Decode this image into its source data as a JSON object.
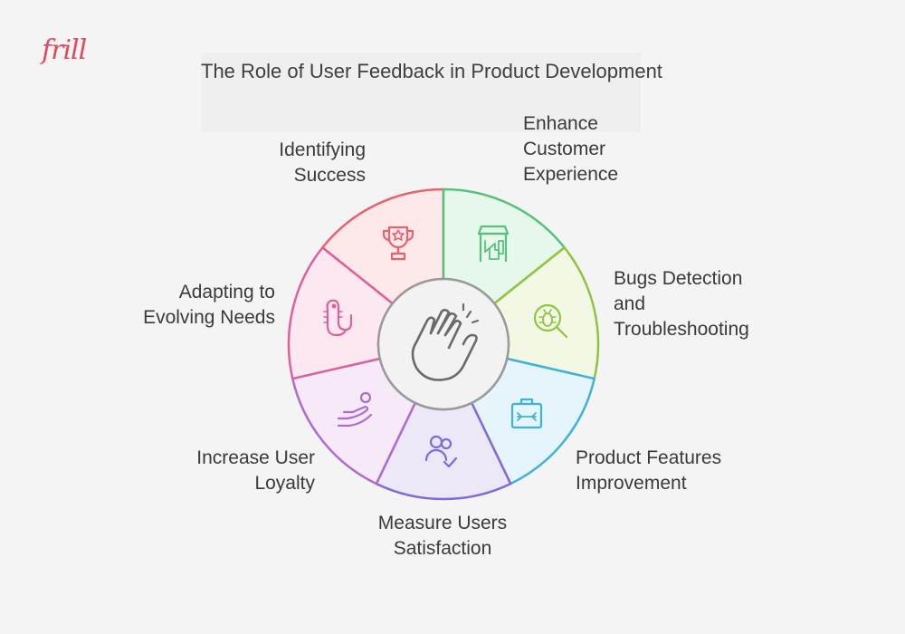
{
  "logo": "frill",
  "title": "The Role of User Feedback in Product Development",
  "segments": [
    {
      "key": "identifying-success",
      "lines": [
        "Identifying",
        "Success"
      ],
      "icon": "trophy-icon",
      "fill": "#fde9ea",
      "stroke": "#e8616e"
    },
    {
      "key": "enhance-customer-experience",
      "lines": [
        "Enhance",
        "Customer",
        "Experience"
      ],
      "icon": "storefront-thumbs-up-icon",
      "fill": "#e6f7ec",
      "stroke": "#57c17b"
    },
    {
      "key": "bugs-detection",
      "lines": [
        "Bugs Detection",
        "and",
        "Troubleshooting"
      ],
      "icon": "bug-search-icon",
      "fill": "#f3f8e4",
      "stroke": "#8dc53e"
    },
    {
      "key": "product-features-improvement",
      "lines": [
        "Product Features",
        "Improvement"
      ],
      "icon": "toolbox-icon",
      "fill": "#e5f5fb",
      "stroke": "#3db3dc"
    },
    {
      "key": "measure-users-satisfaction",
      "lines": [
        "Measure Users",
        "Satisfaction"
      ],
      "icon": "users-check-icon",
      "fill": "#ece8f8",
      "stroke": "#8268d8"
    },
    {
      "key": "increase-user-loyalty",
      "lines": [
        "Increase User",
        "Loyalty"
      ],
      "icon": "hand-user-icon",
      "fill": "#f6e9f8",
      "stroke": "#b06ad2"
    },
    {
      "key": "adapting-evolving-needs",
      "lines": [
        "Adapting to",
        "Evolving Needs"
      ],
      "icon": "worm-icon",
      "fill": "#fbe8f1",
      "stroke": "#dd5f9c"
    }
  ],
  "center": {
    "icon": "clapping-hands-icon"
  },
  "colors": {
    "background": "#f4f4f4",
    "text": "#3a3a3a",
    "center_fill": "#f2f2f2",
    "center_stroke": "#9a9a9a",
    "logo": "#e14a5c"
  }
}
